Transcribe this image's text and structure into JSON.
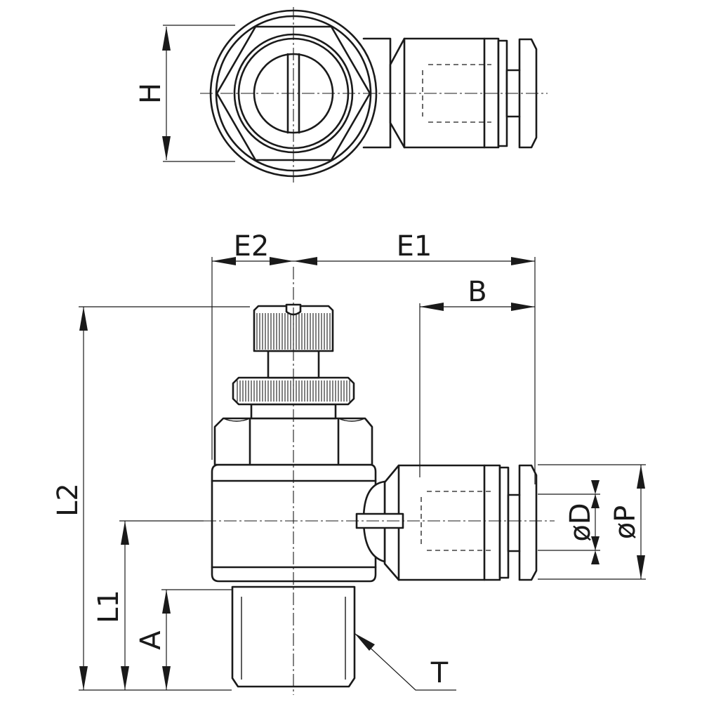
{
  "labels": {
    "H": "H",
    "E2": "E2",
    "E1": "E1",
    "B": "B",
    "L2": "L2",
    "L1": "L1",
    "A": "A",
    "D": "øD",
    "P": "øP",
    "T": "T"
  },
  "colors": {
    "line": "#1a1a1a",
    "background": "#ffffff"
  }
}
